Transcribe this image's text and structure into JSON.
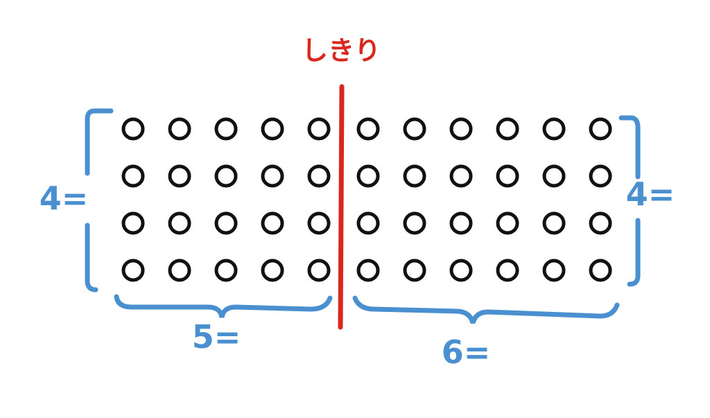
{
  "divider_label": "しきり",
  "left_group": {
    "rows": 4,
    "cols": 5,
    "row_label": "4=",
    "col_label": "5="
  },
  "right_group": {
    "rows": 4,
    "cols": 6,
    "row_label": "4=",
    "col_label": "6="
  },
  "colors": {
    "divider": "#d9271e",
    "annotation": "#4a90d0",
    "dots": "#111111"
  }
}
